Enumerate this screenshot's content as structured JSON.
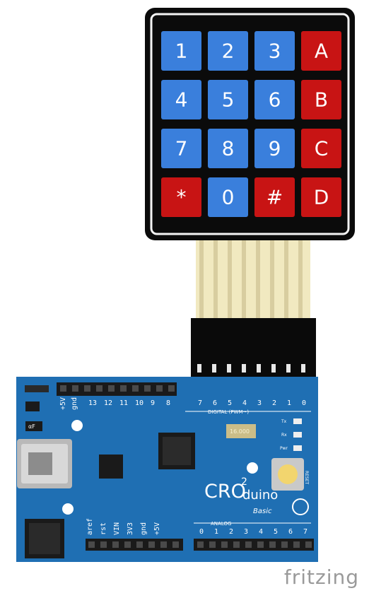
{
  "keypad": {
    "keys": [
      "1",
      "2",
      "3",
      "A",
      "4",
      "5",
      "6",
      "B",
      "7",
      "8",
      "9",
      "C",
      "*",
      "0",
      "#",
      "D"
    ],
    "blue": "#3a7fdc",
    "red": "#c81414"
  },
  "board": {
    "color": "#1f6fb3",
    "top_header_labels": [
      "13",
      "12",
      "11",
      "10",
      "9",
      "8"
    ],
    "top_right_labels": [
      "7",
      "6",
      "5",
      "4",
      "3",
      "2",
      "1",
      "0"
    ],
    "digital_label": "DIGITAL (PWM~)",
    "analog_label": "ANALOG",
    "analog_labels": [
      "0",
      "1",
      "2",
      "3",
      "4",
      "5",
      "6",
      "7"
    ],
    "power_left_labels": [
      "+5V",
      "gnd"
    ],
    "bottom_left_labels": [
      "aref",
      "rst",
      "VIN",
      "3V3",
      "gnd",
      "+5V"
    ],
    "crystal": "16.000",
    "led_labels": [
      "Tx",
      "Rx",
      "Pwr"
    ],
    "reset_label": "RESET",
    "brand_main": "CRO",
    "brand_sup": "2",
    "brand_rest": "duino",
    "brand_sub": "Basic",
    "cap_label": "αF"
  },
  "watermark": "fritzing"
}
